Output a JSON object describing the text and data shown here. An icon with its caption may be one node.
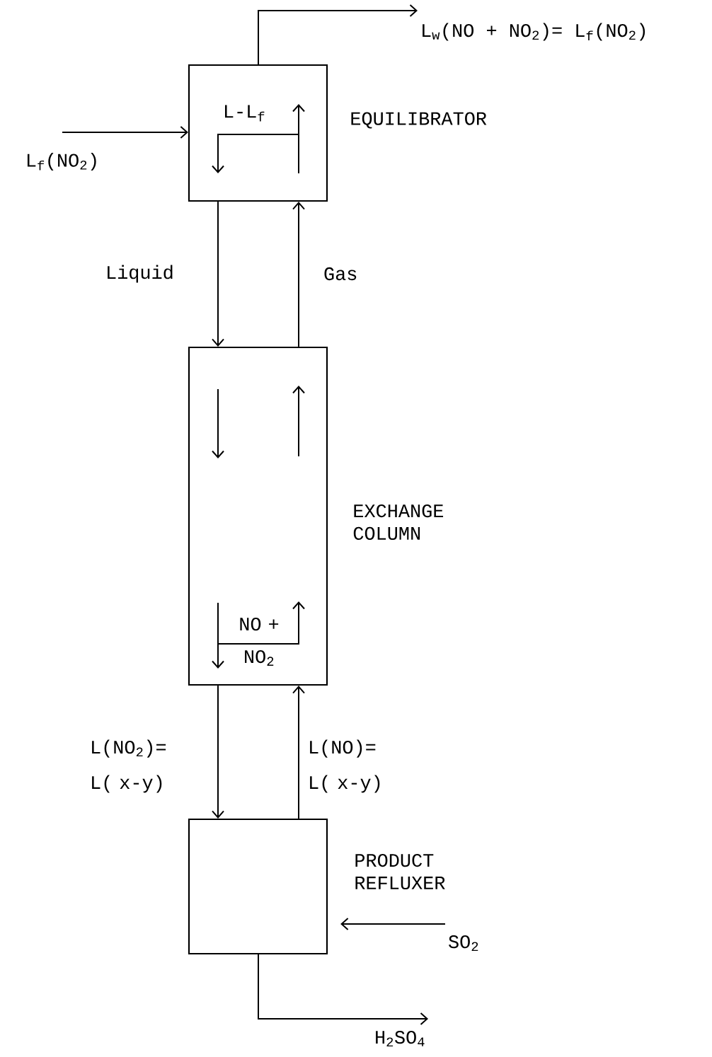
{
  "diagram": {
    "nodes": [
      {
        "text": [
          "L-L$_{f}$"
        ],
        "beside": [
          "EQUILIBRATOR"
        ]
      },
      {
        "text": [
          "NO + NO$_{2}$"
        ],
        "beside": [
          "EXCHANGE COLUMN"
        ]
      },
      {
        "text": [],
        "shape": "box",
        "beside": [
          "PRODUCT REFLUXER"
        ]
      },
      {
        "text": [
          "L$_{f}$(NO$_{2}$)"
        ]
      },
      {
        "text": [
          "L$_{w}$(NO + NO$_{2}$)= L$_{f}$(NO$_{2}$)"
        ]
      },
      {
        "text": [
          "SO$_{2}$"
        ]
      },
      {
        "text": [
          "H$_{2}$SO$_{4}$"
        ]
      }
    ],
    "edges": [
      {
        "from": 0,
        "to": 1,
        "arrow": "to",
        "label": "Liquid"
      },
      {
        "from": 1,
        "to": 0,
        "arrow": "to",
        "label": "Gas"
      },
      {
        "from": 1,
        "to": 2,
        "arrow": "to",
        "label": "L(NO$_{2}$)= L( x-y)"
      },
      {
        "from": 2,
        "to": 1,
        "arrow": "to",
        "label": "L(NO)= L( x-y)"
      },
      {
        "from": 3,
        "to": 0,
        "arrow": "to"
      },
      {
        "from": 0,
        "to": 4,
        "arrow": "to"
      },
      {
        "from": 5,
        "to": 2,
        "arrow": "to"
      },
      {
        "from": 2,
        "to": 6,
        "arrow": "to"
      }
    ]
  }
}
